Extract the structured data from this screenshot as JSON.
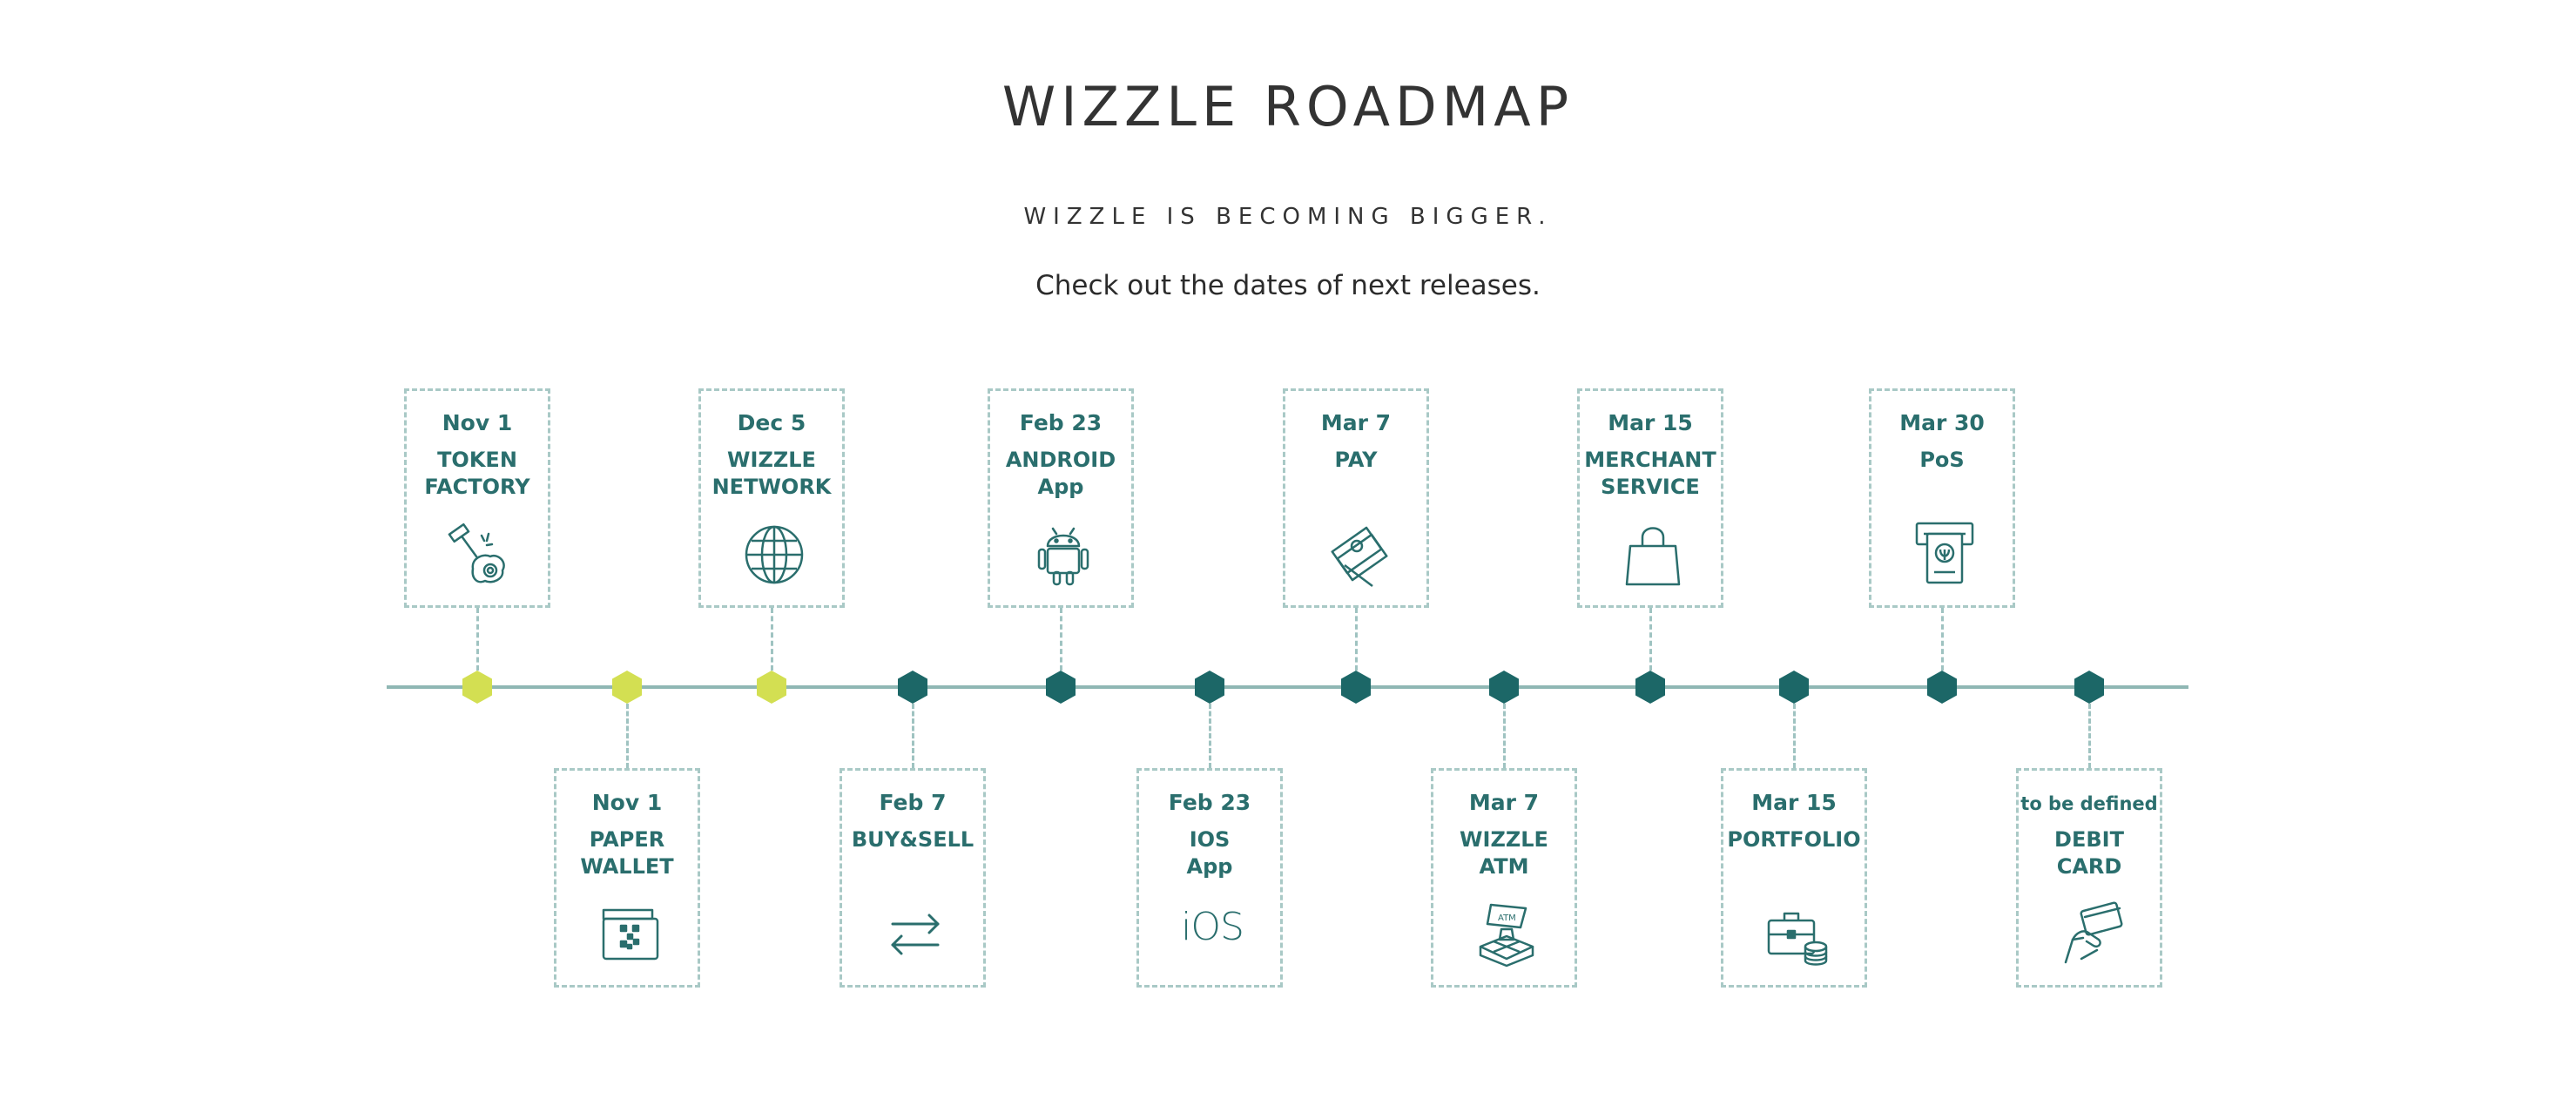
{
  "header": {
    "title": "WIZZLE ROADMAP",
    "subtitle": "WIZZLE IS BECOMING BIGGER.",
    "tagline": "Check out the dates of next releases."
  },
  "colors": {
    "accent_done": "#d3df52",
    "accent_pending": "#1c6767",
    "text_teal": "#2a6e6d",
    "line": "#8fb7b4"
  },
  "milestones": [
    {
      "date": "Nov 1",
      "name": "TOKEN\nFACTORY",
      "icon": "hammer-icon",
      "status": "done",
      "position": "above"
    },
    {
      "date": "Nov 1",
      "name": "PAPER\nWALLET",
      "icon": "qr-wallet-icon",
      "status": "done",
      "position": "below"
    },
    {
      "date": "Dec 5",
      "name": "WIZZLE\nNETWORK",
      "icon": "globe-icon",
      "status": "done",
      "position": "above"
    },
    {
      "date": "Feb 7",
      "name": "BUY&SELL",
      "icon": "exchange-arrows-icon",
      "status": "pending",
      "position": "below"
    },
    {
      "date": "Feb 23",
      "name": "ANDROID\nApp",
      "icon": "android-icon",
      "status": "pending",
      "position": "above"
    },
    {
      "date": "Feb 23",
      "name": "IOS\nApp",
      "icon": "ios-icon",
      "icon_text": "iOS",
      "status": "pending",
      "position": "below"
    },
    {
      "date": "Mar 7",
      "name": "PAY",
      "icon": "banknotes-icon",
      "status": "pending",
      "position": "above"
    },
    {
      "date": "Mar 7",
      "name": "WIZZLE\nATM",
      "icon": "atm-icon",
      "status": "pending",
      "position": "below"
    },
    {
      "date": "Mar 15",
      "name": "MERCHANT\nSERVICE",
      "icon": "shopping-bag-icon",
      "status": "pending",
      "position": "above"
    },
    {
      "date": "Mar 15",
      "name": "PORTFOLIO",
      "icon": "briefcase-coins-icon",
      "status": "pending",
      "position": "below"
    },
    {
      "date": "Mar 30",
      "name": "PoS",
      "icon": "pos-terminal-icon",
      "status": "pending",
      "position": "above"
    },
    {
      "date": "to be defined",
      "name": "DEBIT\nCARD",
      "icon": "card-hand-icon",
      "status": "pending",
      "position": "below"
    }
  ]
}
